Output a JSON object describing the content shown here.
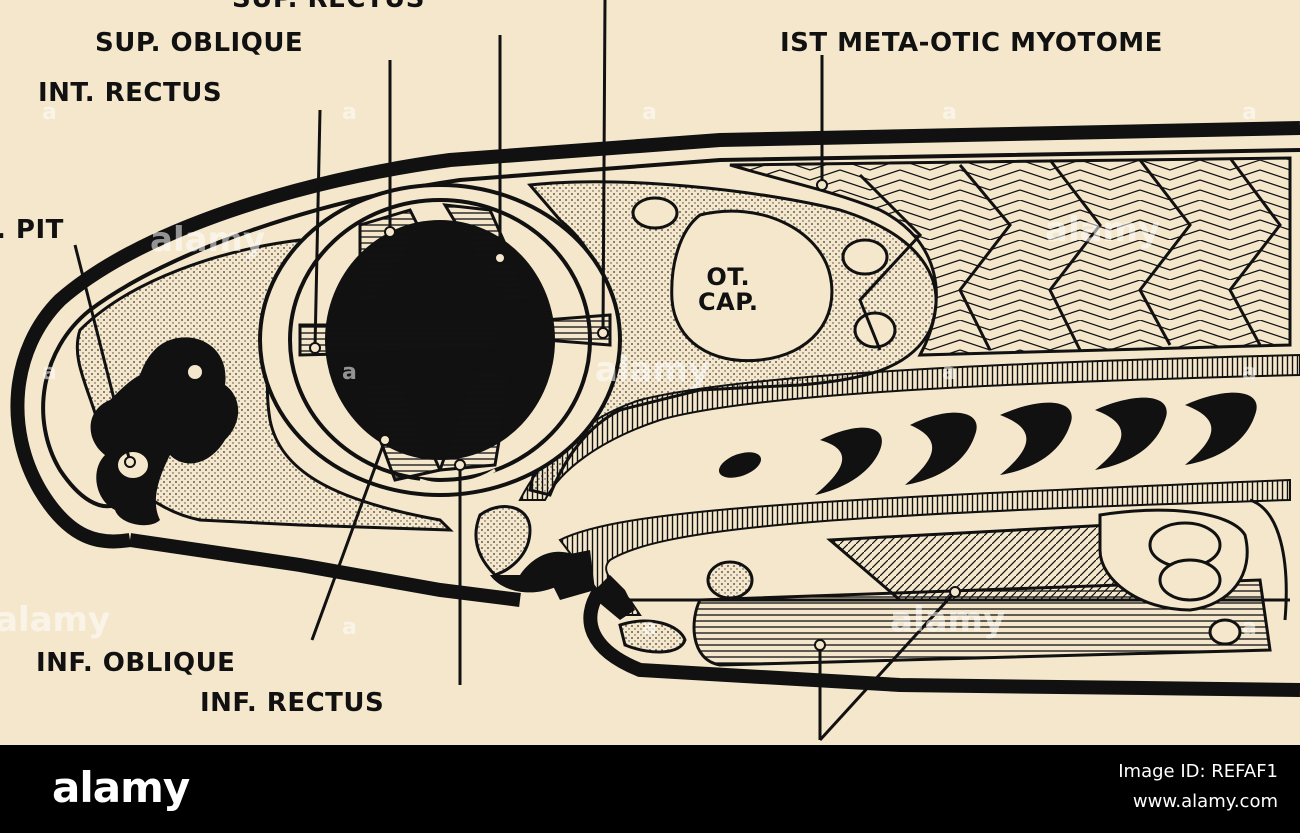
{
  "labels": {
    "sup_rectus": "SUP. RECTUS",
    "sup_oblique": "SUP. OBLIQUE",
    "int_rectus": "INT. RECTUS",
    "pit": ". PIT",
    "meta_otic": "IST META-OTIC MYOTOME",
    "ot_cap": "OT.\nCAP.",
    "inf_oblique": "INF. OBLIQUE",
    "inf_rectus": "INF. RECTUS"
  },
  "watermark": {
    "brand": "alamy",
    "a_mark": "a"
  },
  "footer": {
    "logo": "alamy",
    "image_id": "Image ID: REFAF1",
    "url": "www.alamy.com"
  },
  "colors": {
    "background": "#f4e7cc",
    "ink": "#111111",
    "footer_bg": "#000000"
  }
}
